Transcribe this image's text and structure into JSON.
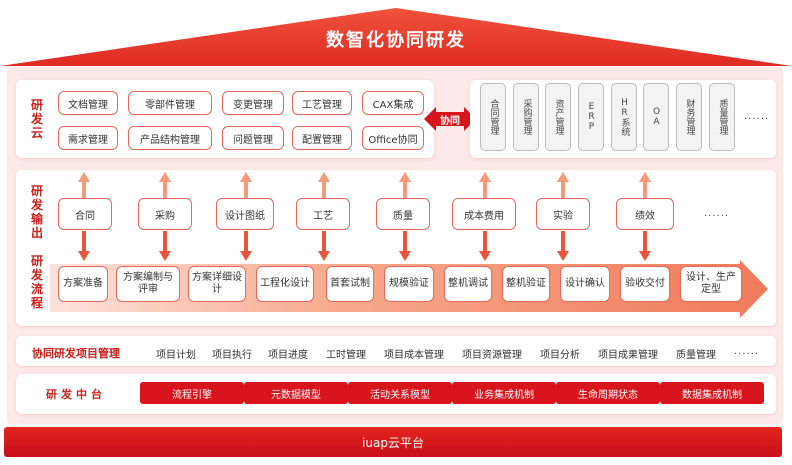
{
  "title": "数智化协同研发",
  "rd_cloud": {
    "label": "研发云",
    "modules": [
      "文档管理",
      "零部件管理",
      "变更管理",
      "工艺管理",
      "CAX集成",
      "需求管理",
      "产品结构管理",
      "问题管理",
      "配置管理",
      "Office协同"
    ],
    "collab_label": "协同",
    "systems": [
      "合同管理",
      "采购管理",
      "资产管理",
      "ERP",
      "HR系统",
      "OA",
      "财务管理",
      "质量管理"
    ],
    "more": "......"
  },
  "rd_output": {
    "label": "研发输出",
    "items": [
      "合同",
      "采购",
      "设计图纸",
      "工艺",
      "质量",
      "成本费用",
      "实验",
      "绩效"
    ],
    "more": "......"
  },
  "rd_process": {
    "label": "研发流程",
    "steps": [
      "方案准备",
      "方案编制与评审",
      "方案详细设计",
      "工程化设计",
      "首套试制",
      "规模验证",
      "整机调试",
      "整机验证",
      "设计确认",
      "验收交付",
      "设计、生产定型"
    ]
  },
  "project_mgmt": {
    "title": "协同研发项目管理",
    "items": [
      "项目计划",
      "项目执行",
      "项目进度",
      "工时管理",
      "项目成本管理",
      "项目资源管理",
      "项目分析",
      "项目成果管理",
      "质量管理"
    ],
    "more": "......"
  },
  "middle_platform": {
    "title": "研发中台",
    "items": [
      "流程引擎",
      "元数据模型",
      "活动关系模型",
      "业务集成机制",
      "生命周期状态",
      "数据集成机制"
    ]
  },
  "base_platform": "iuap云平台",
  "colors": {
    "primary_red": "#d8141c",
    "border_red": "#e56a5c",
    "light_pink": "#fde9e7",
    "arrow_orange": "#f07a5a"
  }
}
